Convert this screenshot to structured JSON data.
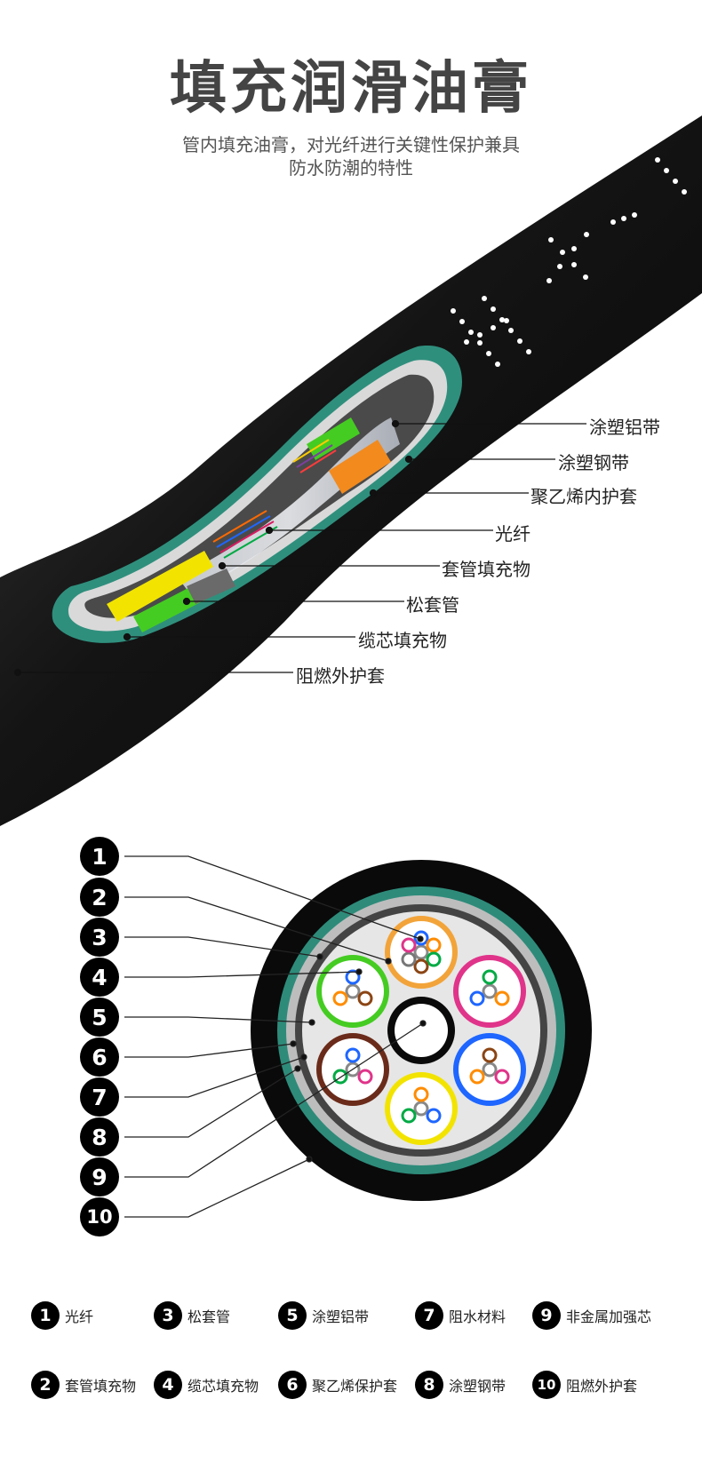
{
  "header": {
    "title": "填充润滑油膏",
    "subtitle_line1": "管内填充油膏，对光纤进行关键性保护兼具",
    "subtitle_line2": "防水防潮的特性"
  },
  "cable_print": "HLX-",
  "callouts": [
    "涂塑铝带",
    "涂塑钢带",
    "聚乙烯内护套",
    "光纤",
    "套管填充物",
    "松套管",
    "缆芯填充物",
    "阻燃外护套"
  ],
  "numbers": [
    "1",
    "2",
    "3",
    "4",
    "5",
    "6",
    "7",
    "8",
    "9",
    "10"
  ],
  "legend": [
    {
      "num": "1",
      "label": "光纤"
    },
    {
      "num": "3",
      "label": "松套管"
    },
    {
      "num": "5",
      "label": "涂塑铝带"
    },
    {
      "num": "7",
      "label": "阻水材料"
    },
    {
      "num": "9",
      "label": "非金属加强芯"
    },
    {
      "num": "2",
      "label": "套管填充物"
    },
    {
      "num": "4",
      "label": "缆芯填充物"
    },
    {
      "num": "6",
      "label": "聚乙烯保护套"
    },
    {
      "num": "8",
      "label": "涂塑钢带"
    },
    {
      "num": "10",
      "label": "阻燃外护套"
    }
  ],
  "colors": {
    "jacket": "#111111",
    "steel": "#2e8b7a",
    "aluminum": "#bdbdbd",
    "green_tube": "#44cc22",
    "yellow_tube": "#f2e400",
    "orange_tube": "#f28a1e"
  }
}
